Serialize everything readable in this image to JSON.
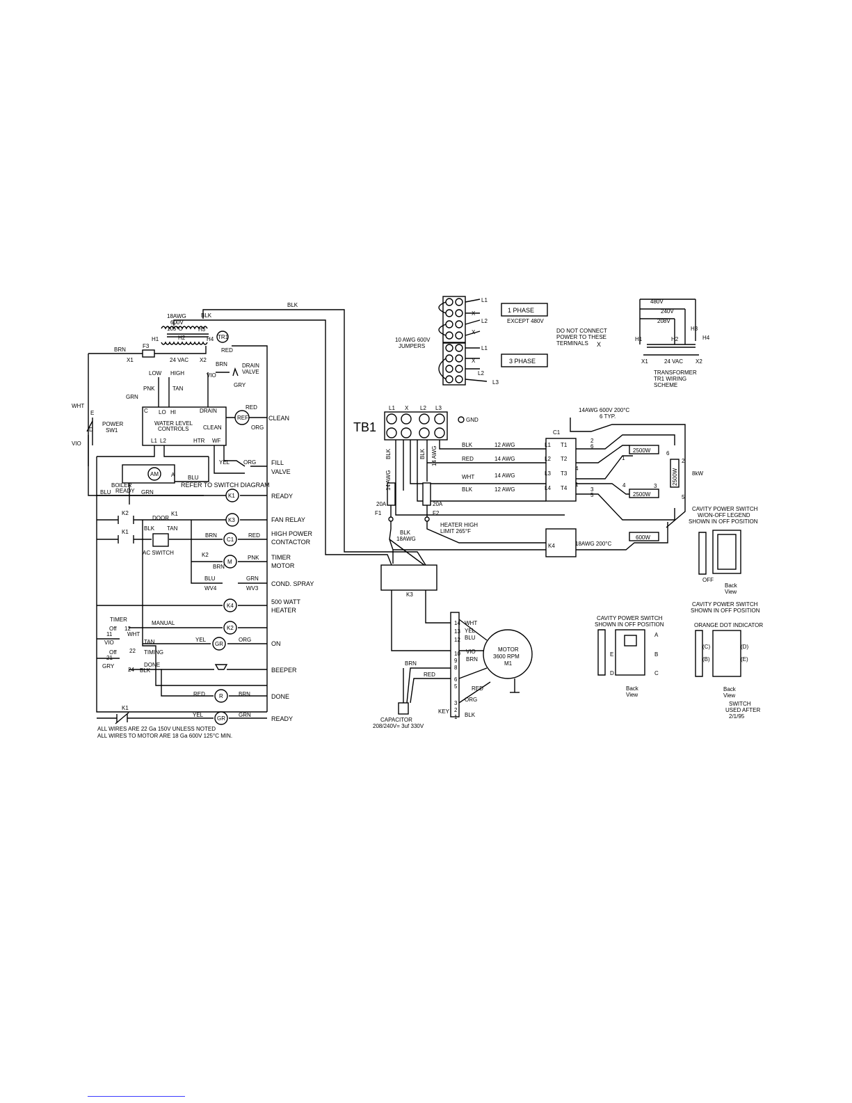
{
  "diagram": {
    "top_wire": {
      "blk": "BLK"
    },
    "transformer_tr1": {
      "wire_spec": [
        "18AWG",
        "600V",
        "105°C"
      ],
      "blk": "BLK",
      "h1": "H1",
      "h2": "H2",
      "h3": "H3",
      "h4": "H4",
      "tag": "TR1",
      "vac": "24 VAC",
      "x1": "X1",
      "x2": "X2",
      "red": "RED",
      "brn": "BRN",
      "brn2": "BRN",
      "fuse": "F3"
    },
    "water_level": {
      "low": "LOW",
      "high": "HIGH",
      "pnk": "PNK",
      "tan": "TAN",
      "grn": "GRN",
      "c": "C",
      "lo": "LO",
      "hi": "HI",
      "drain": "DRAIN",
      "vio": "VIO",
      "drain_valve": [
        "DRAIN",
        "VALVE"
      ],
      "gry": "GRY",
      "title": [
        "WATER LEVEL",
        "CONTROLS"
      ],
      "l1": "L1",
      "l2": "L2",
      "htr": "HTR",
      "wf": "WF",
      "clean_inner": "CLEAN",
      "red": "RED",
      "org": "ORG",
      "ref": "REF",
      "clean": "CLEAN"
    },
    "power_sw1": {
      "wht": "WHT",
      "e": "E",
      "d": "D",
      "label": [
        "POWER",
        "SW1"
      ],
      "vio": "VIO"
    },
    "ladder": {
      "fill": [
        "FILL",
        "VALVE"
      ],
      "yel": "YEL",
      "org": "ORG",
      "blu": "BLU",
      "am": "AM",
      "a": "A",
      "refer": "REFER TO SWITCH DIAGRAM",
      "boiler": [
        "BOILER",
        "READY"
      ],
      "blu2": "BLU",
      "grn": "GRN",
      "ready": "READY",
      "k1": "K1",
      "k2": "K2",
      "k1b": "K1",
      "door": "DOOR",
      "blk": "BLK",
      "tan": "TAN",
      "k3": "K3",
      "fan": "FAN RELAY",
      "k1c": "K1",
      "ac": "AC SWITCH",
      "brn": "BRN",
      "red": "RED",
      "c1": "C1",
      "hpc": [
        "HIGH POWER",
        "CONTACTOR"
      ],
      "k2b": "K2",
      "brn2": "BRN",
      "m": "M",
      "pnk": "PNK",
      "timer_motor": [
        "TIMER",
        "MOTOR"
      ],
      "blu3": "BLU",
      "grn2": "GRN",
      "wv4": "WV4",
      "wv3": "WV3",
      "cond": "COND. SPRAY",
      "k4": "K4",
      "heater500": [
        "500 WATT",
        "HEATER"
      ],
      "timer": "TIMER",
      "off1": "Off",
      "n12": "12",
      "n11": "11",
      "wht": "WHT",
      "vio": "VIO",
      "manual": "MANUAL",
      "k2c": "K2",
      "tan2": "TAN",
      "yel2": "YEL",
      "org2": "ORG",
      "gr": "GR",
      "on": "ON",
      "timing": "TIMING",
      "off2": "Off",
      "n21": "21",
      "n22": "22",
      "gry": "GRY",
      "n24": "24",
      "done": "DONE",
      "blk2": "BLK",
      "beeper": "BEEPER",
      "red2": "RED",
      "r": "R",
      "brn3": "BRN",
      "done2": "DONE",
      "k1d": "K1",
      "yel3": "YEL",
      "gr2": "GR",
      "grn3": "GRN",
      "ready2": "READY"
    },
    "notes": [
      "ALL WIRES ARE 22 Ga 150V UNLESS NOTED",
      "ALL WIRES TO MOTOR ARE 18 Ga 600V 125°C MIN."
    ],
    "jumpers": {
      "l1": "L1",
      "x": "X",
      "l2": "L2",
      "x2": "X",
      "phase1": "1 PHASE",
      "except": "EXCEPT 480V",
      "spec": [
        "10 AWG 600V",
        "JUMPERS"
      ],
      "dnc": [
        "DO NOT CONNECT",
        "POWER TO THESE",
        "TERMINALS"
      ],
      "xmark": "X",
      "l1b": "L1",
      "xb": "X",
      "l2b": "L2",
      "l3b": "L3",
      "phase3": "3 PHASE"
    },
    "scheme": {
      "v480": "480V",
      "v240": "240V",
      "v208": "208V",
      "h1": "H1",
      "h2": "H2",
      "h3": "H3",
      "h4": "H4",
      "x1": "X1",
      "vac": "24 VAC",
      "x2": "X2",
      "label": [
        "TRANSFORMER",
        "TR1 WIRING",
        "SCHEME"
      ]
    },
    "tb1": {
      "name": "TB1",
      "l1": "L1",
      "x": "X",
      "l2": "L2",
      "l3": "L3",
      "gnd": "GND",
      "blk": "BLK",
      "blk2": "BLK",
      "awg14": "14 AWG",
      "awg14b": "14 AWG",
      "f1": "F1",
      "a20": "20A",
      "f2": "F2",
      "a20b": "20A",
      "hhl": [
        "HEATER HIGH",
        "LIMIT 265°F"
      ],
      "blk3": "BLK",
      "awg18": "18AWG"
    },
    "power": {
      "spec": [
        "14AWG 600V 200°C",
        "6 TYP."
      ],
      "c1": "C1",
      "rows": [
        {
          "color": "BLK",
          "awg": "12 AWG",
          "l": "L1",
          "t": "T1"
        },
        {
          "color": "RED",
          "awg": "14 AWG",
          "l": "L2",
          "t": "T2"
        },
        {
          "color": "WHT",
          "awg": "14 AWG",
          "l": "L3",
          "t": "T3"
        },
        {
          "color": "BLK",
          "awg": "12 AWG",
          "l": "L4",
          "t": "T4"
        }
      ],
      "h1": "2500W",
      "h2": "2500W",
      "h3": "2500W",
      "kw": "8kW",
      "n2": "2",
      "n6": "6",
      "n4": "4",
      "n1": "1",
      "n3": "3",
      "n5": "5",
      "n6b": "6",
      "n2b": "2",
      "n4b": "4",
      "n1b": "1",
      "n3b": "3",
      "n5b": "5",
      "k4": "K4",
      "awg18": "18AWG 200°C",
      "h600": "600W"
    },
    "k3_block": {
      "k3": "K3"
    },
    "motor": {
      "pins": [
        "14",
        "13",
        "12",
        "10",
        "9",
        "8",
        "6",
        "5",
        "3",
        "2",
        "1"
      ],
      "wires": [
        "WHT",
        "YEL",
        "BLU",
        "VIO",
        "BRN",
        "RED",
        "ORG",
        "BLK"
      ],
      "key": "KEY",
      "brn": "BRN",
      "red": "RED",
      "label": [
        "MOTOR",
        "3600 RPM",
        "M1"
      ],
      "cap": [
        "CAPACITOR",
        "208/240V= 3uf 330V"
      ]
    },
    "switches": {
      "sw1_title": [
        "CAVITY POWER SWITCH",
        "W/ON-OFF LEGEND",
        "SHOWN IN OFF POSITION"
      ],
      "sw1_off": "OFF",
      "sw1_back": [
        "Back",
        "View"
      ],
      "sw2_title": [
        "CAVITY POWER SWITCH",
        "SHOWN IN OFF POSITION"
      ],
      "sw2_a": "A",
      "sw2_b": "B",
      "sw2_c": "C",
      "sw2_e": "E",
      "sw2_d": "D",
      "sw2_back": [
        "Back",
        "View"
      ],
      "sw3_title": [
        "CAVITY POWER SWITCH",
        "SHOWN IN OFF POSITION"
      ],
      "sw3_orange": "ORANGE DOT INDICATOR",
      "sw3_c": "(C)",
      "sw3_b": "(B)",
      "sw3_d": "(D)",
      "sw3_e": "(E)",
      "sw3_back": [
        "Back",
        "View"
      ],
      "sw3_used": [
        "SWITCH",
        "USED AFTER",
        "2/1/95"
      ]
    }
  }
}
